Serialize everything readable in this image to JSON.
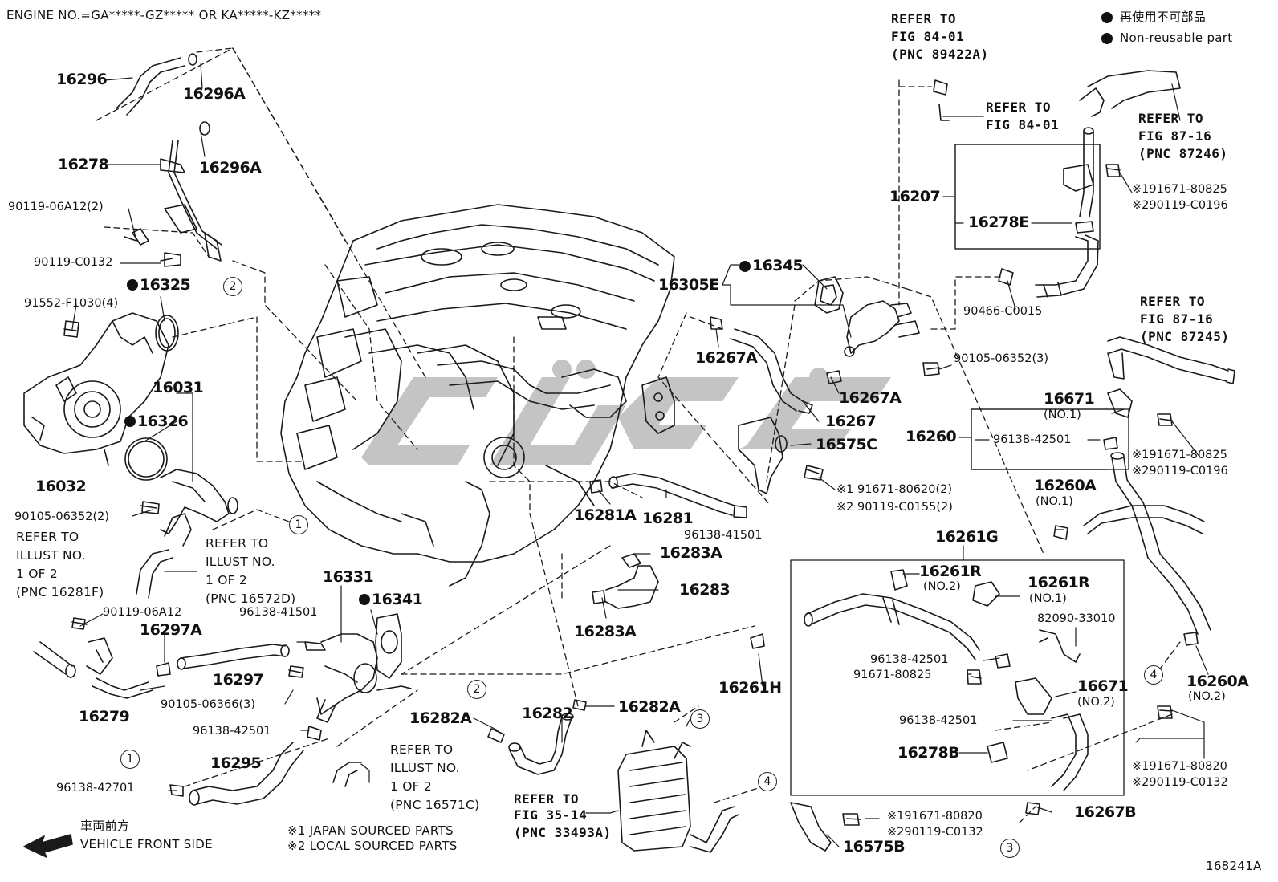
{
  "header": {
    "engine_no": "ENGINE NO.=GA*****-GZ***** OR KA*****-KZ*****",
    "legend_dot_jp": "再使用不可部品",
    "legend_dot_en": "Non-reusable part"
  },
  "footer": {
    "front_jp": "車両前方",
    "front_en": "VEHICLE FRONT SIDE",
    "note1": "※1  JAPAN SOURCED PARTS",
    "note2": "※2  LOCAL SOURCED PARTS",
    "illust_no": "168241A"
  },
  "refs": {
    "fig84a_1": "REFER TO",
    "fig84a_2": "FIG 84-01",
    "fig84a_3": "(PNC 89422A)",
    "fig84b_1": "REFER TO",
    "fig84b_2": "FIG 84-01",
    "fig8716a_1": "REFER TO",
    "fig8716a_2": "FIG 87-16",
    "fig8716a_3": "(PNC 87246)",
    "fig8716b_1": "REFER TO",
    "fig8716b_2": "FIG 87-16",
    "fig8716b_3": "(PNC 87245)",
    "ill1_1": "REFER TO",
    "ill1_2": "ILLUST NO.",
    "ill1_3": "1 OF 2",
    "ill1_4": "(PNC 16281F)",
    "ill2_1": "REFER TO",
    "ill2_2": "ILLUST NO.",
    "ill2_3": "1 OF 2",
    "ill2_4": "(PNC 16572D)",
    "ill3_1": "REFER TO",
    "ill3_2": "ILLUST NO.",
    "ill3_3": "1 OF 2",
    "ill3_4": "(PNC 16571C)",
    "fig3514_1": "REFER TO",
    "fig3514_2": "FIG 35-14",
    "fig3514_3": "(PNC 33493A)"
  },
  "parts": {
    "p16296": "16296",
    "p16296A_1": "16296A",
    "p16278": "16278",
    "p16296A_2": "16296A",
    "b9011906A12_2": "90119-06A12(2)",
    "b90119C0132": "90119-C0132",
    "p16325": "16325",
    "b91552F1030": "91552-F1030(4)",
    "p16031": "16031",
    "p16326": "16326",
    "p16032": "16032",
    "b9010506352_2": "90105-06352(2)",
    "b9011906A12": "90119-06A12",
    "p16297A": "16297A",
    "p16297": "16297",
    "p16279": "16279",
    "b9010506366_3": "90105-06366(3)",
    "b9613841501_a": "96138-41501",
    "p16331": "16331",
    "p16341": "16341",
    "b9613842501_a": "96138-42501",
    "p16295": "16295",
    "b9613842701": "96138-42701",
    "p16282A_1": "16282A",
    "p16282": "16282",
    "p16282A_2": "16282A",
    "p16281A": "16281A",
    "p16281": "16281",
    "b9613841501_b": "96138-41501",
    "p16283A_1": "16283A",
    "p16283": "16283",
    "p16283A_2": "16283A",
    "p16305E": "16305E",
    "p16345": "16345",
    "p16267A_1": "16267A",
    "p16267A_2": "16267A",
    "p16267": "16267",
    "p16575C": "16575C",
    "b19167180620": "※1 91671-80620(2)",
    "b29011C0155": "※2 90119-C0155(2)",
    "b9010506352_3": "90105-06352(3)",
    "p16207": "16207",
    "p16278E": "16278E",
    "b19167180825_a": "※191671-80825",
    "b290119C0196_a": "※290119-C0196",
    "b90466C0015": "90466-C0015",
    "p16671_1": "16671",
    "p16671_1n": "(NO.1)",
    "p16260": "16260",
    "b9613842501_b": "96138-42501",
    "b19167180825_b": "※191671-80825",
    "b290119C0196_b": "※290119-C0196",
    "p16260A_1": "16260A",
    "p16260A_1n": "(NO.1)",
    "p16261G": "16261G",
    "p16261R_2": "16261R",
    "p16261R_2n": "(NO.2)",
    "p16261R_1": "16261R",
    "p16261R_1n": "(NO.1)",
    "b8209033010": "82090-33010",
    "b9613842501_c": "96138-42501",
    "b9167180825": "91671-80825",
    "p16671_2": "16671",
    "p16671_2n": "(NO.2)",
    "b9613842501_d": "96138-42501",
    "p16278B": "16278B",
    "p16261H": "16261H",
    "p16260A_2": "16260A",
    "p16260A_2n": "(NO.2)",
    "b19167180820_a": "※191671-80820",
    "b290119C0132_a": "※290119-C0132",
    "p16267B": "16267B",
    "b19167180820_b": "※191671-80820",
    "b290119C0132_b": "※290119-C0132",
    "p16575B": "16575B"
  },
  "circles": {
    "c1": "1",
    "c2": "2",
    "c3": "3",
    "c4": "4"
  },
  "watermark_color": "#c4c4c4"
}
